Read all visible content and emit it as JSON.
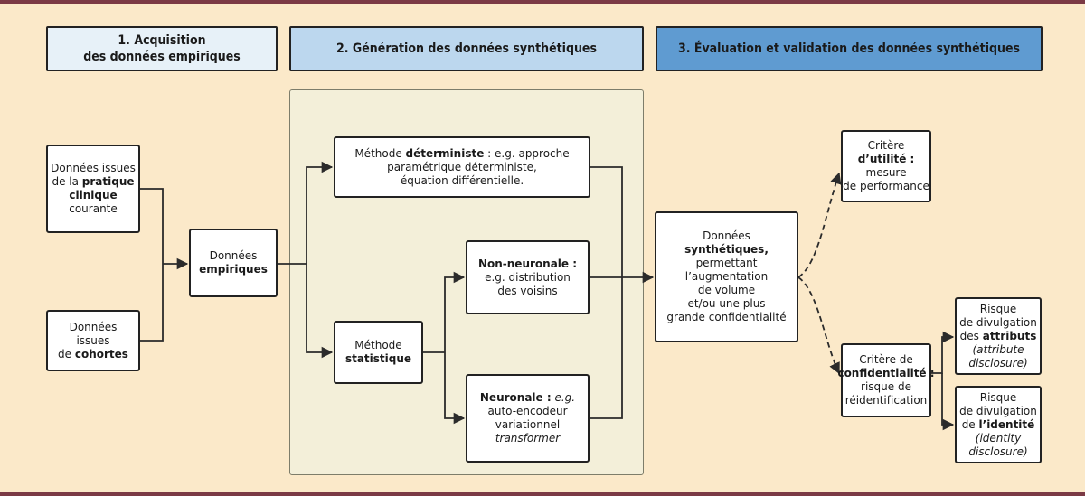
{
  "colors": {
    "background": "#fbe9c9",
    "band": "#7b3a45",
    "header1": "#e7f1f8",
    "header2": "#bcd7ee",
    "header3": "#5f9bd1",
    "panel": "#f3efd9"
  },
  "headers": [
    {
      "line1": "1. Acquisition",
      "line2": "des données empiriques"
    },
    {
      "line1": "2. Génération des données synthétiques"
    },
    {
      "line1": "3. Évaluation et validation des données synthétiques"
    }
  ],
  "sources": {
    "clinical": {
      "l1": "Données issues",
      "l2a": "de la ",
      "l2b": "pratique",
      "l3": "clinique",
      "l4": "courante"
    },
    "cohorts": {
      "l1": "Données",
      "l2": "issues",
      "l3a": "de ",
      "l3b": "cohortes"
    }
  },
  "empirical": {
    "l1": "Données",
    "l2": "empiriques"
  },
  "deterministic": {
    "l1a": "Méthode ",
    "l1b": "déterministe",
    "l1c": " : e.g. approche",
    "l2": "paramétrique déterministe,",
    "l3": "équation différentielle."
  },
  "statistical": {
    "l1": "Méthode",
    "l2": "statistique"
  },
  "non_neural": {
    "l1": "Non-neuronale :",
    "l2": "e.g. distribution",
    "l3": "des voisins"
  },
  "neural": {
    "l1a": "Neuronale :",
    "l1b": " e.g.",
    "l2": "auto-encodeur",
    "l3": "variationnel",
    "l4": "transformer"
  },
  "synthetic": {
    "l1": "Données",
    "l2": "synthétiques,",
    "l3": "permettant",
    "l4": "l’augmentation",
    "l5": "de volume",
    "l6": "et/ou une plus",
    "l7": "grande confidentialité"
  },
  "utility": {
    "l1": "Critère",
    "l2": "d’utilité :",
    "l3": "mesure",
    "l4": "de performance"
  },
  "confidentiality": {
    "l1": "Critère de",
    "l2": "confidentialité :",
    "l3": "risque de",
    "l4": "réidentification"
  },
  "attribute_risk": {
    "l1": "Risque",
    "l2": "de divulgation",
    "l3a": "des ",
    "l3b": "attributs",
    "l4": "(attribute",
    "l5": "disclosure)"
  },
  "identity_risk": {
    "l1": "Risque",
    "l2": "de divulgation",
    "l3a": "de ",
    "l3b": "l’identité",
    "l4": "(identity",
    "l5": "disclosure)"
  }
}
